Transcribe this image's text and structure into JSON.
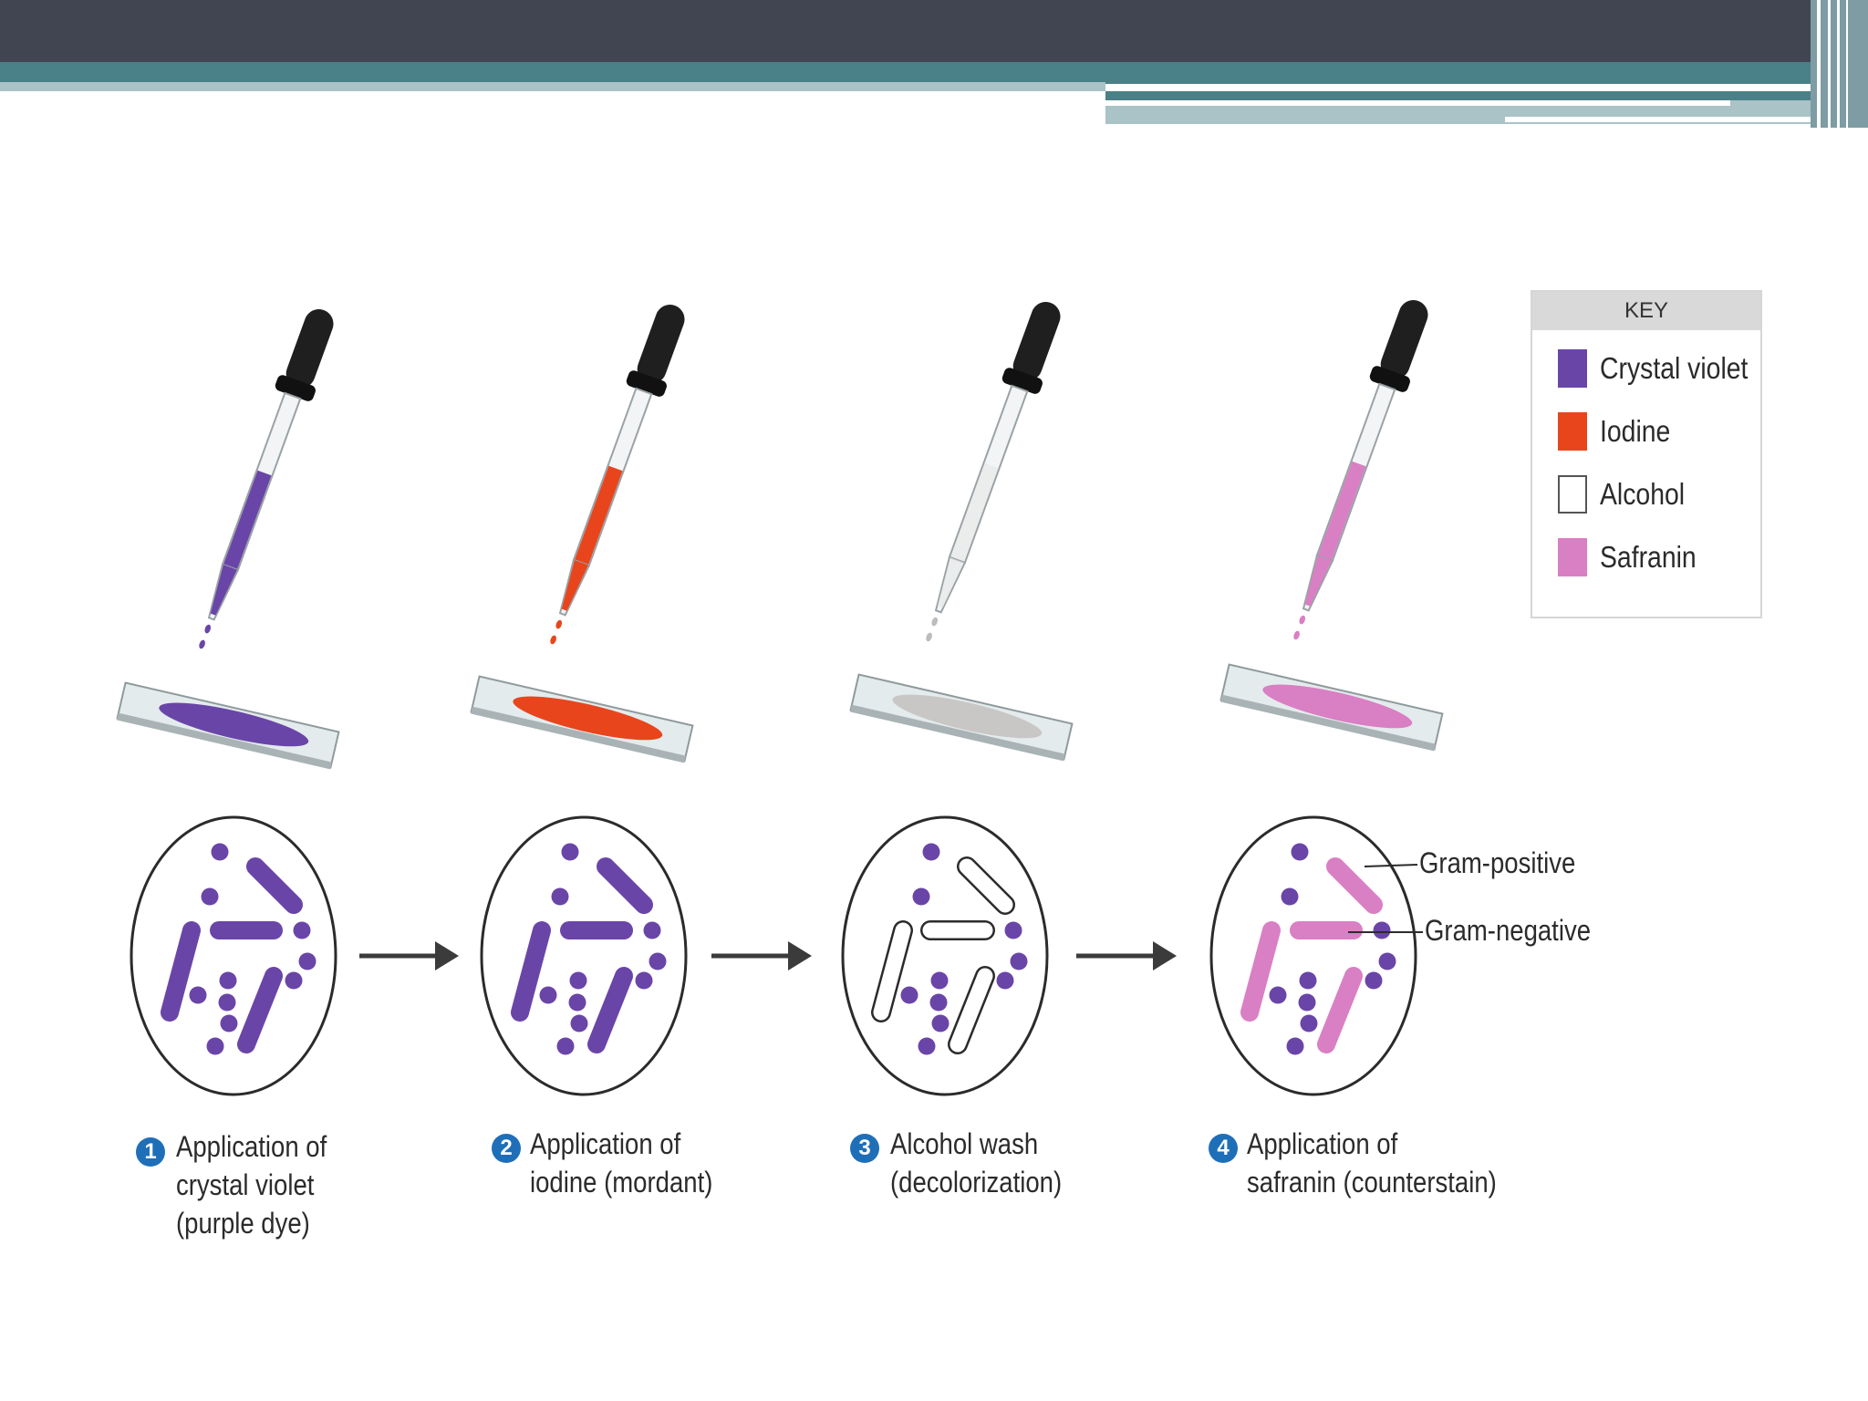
{
  "colors": {
    "header_dark": "#414552",
    "header_teal": "#4a8087",
    "header_light": "#a9c3c7",
    "crystal_violet": "#6a45a8",
    "iodine": "#e8451d",
    "alcohol": "#ffffff",
    "alcohol_slide": "#c9c7c5",
    "safranin": "#d97fc4",
    "gram_positive": "#6a45a8",
    "step_badge": "#1f6fb8"
  },
  "key": {
    "title": "KEY",
    "items": [
      {
        "label": "Crystal violet",
        "color": "#6a45a8"
      },
      {
        "label": "Iodine",
        "color": "#e8451d"
      },
      {
        "label": "Alcohol",
        "color": "#ffffff"
      },
      {
        "label": "Safranin",
        "color": "#d97fc4"
      }
    ]
  },
  "steps": [
    {
      "number": "1",
      "lines": [
        "Application of",
        "crystal violet",
        "(purple dye)"
      ],
      "stain": "crystal_violet"
    },
    {
      "number": "2",
      "lines": [
        "Application of",
        "iodine (mordant)"
      ],
      "stain": "iodine"
    },
    {
      "number": "3",
      "lines": [
        "Alcohol wash",
        "(decolorization)"
      ],
      "stain": "alcohol"
    },
    {
      "number": "4",
      "lines": [
        "Application of",
        "safranin (counterstain)"
      ],
      "stain": "safranin"
    }
  ],
  "callouts": {
    "gram_positive": "Gram-positive",
    "gram_negative": "Gram-negative"
  }
}
